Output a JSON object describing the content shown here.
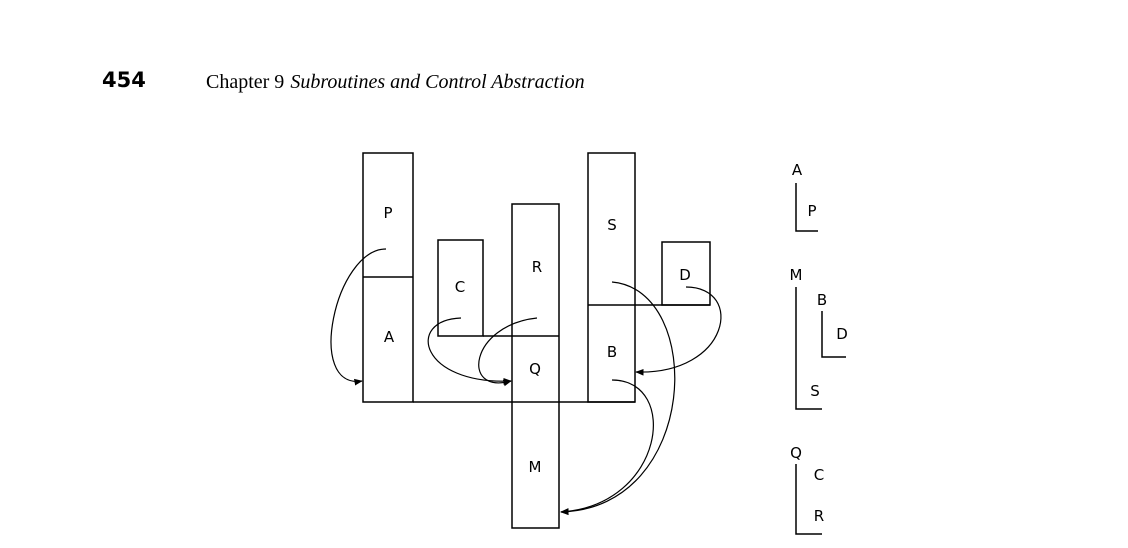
{
  "header": {
    "page_number": "454",
    "chapter": "Chapter 9",
    "title": "Subroutines and Control Abstraction"
  },
  "figure": {
    "blocks": [
      {
        "id": "P",
        "label": "P"
      },
      {
        "id": "A",
        "label": "A"
      },
      {
        "id": "C",
        "label": "C"
      },
      {
        "id": "R",
        "label": "R"
      },
      {
        "id": "Q",
        "label": "Q"
      },
      {
        "id": "M",
        "label": "M"
      },
      {
        "id": "S",
        "label": "S"
      },
      {
        "id": "B",
        "label": "B"
      },
      {
        "id": "D",
        "label": "D"
      }
    ],
    "arrows": [
      {
        "from": "P",
        "to": "A"
      },
      {
        "from": "C",
        "to": "Q"
      },
      {
        "from": "R",
        "to": "Q"
      },
      {
        "from": "D",
        "to": "B"
      },
      {
        "from": "S",
        "to": "M"
      },
      {
        "from": "B",
        "to": "M"
      }
    ],
    "trees": [
      {
        "root": "A",
        "children": [
          "P"
        ]
      },
      {
        "root": "M",
        "children": [
          "B",
          "S"
        ],
        "grandchildren": {
          "B": [
            "D"
          ]
        }
      },
      {
        "root": "Q",
        "children": [
          "C",
          "R"
        ]
      }
    ],
    "tree_labels": {
      "t1_root": "A",
      "t1_child": "P",
      "t2_root": "M",
      "t2_b": "B",
      "t2_d": "D",
      "t2_s": "S",
      "t3_root": "Q",
      "t3_c": "C",
      "t3_r": "R"
    }
  }
}
